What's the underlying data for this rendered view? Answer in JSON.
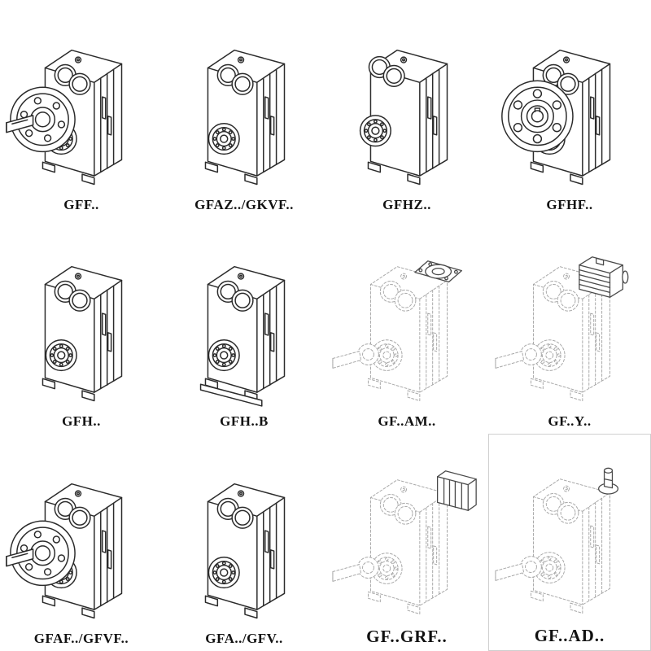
{
  "page": {
    "background": "#ffffff",
    "cell_border_color": "#cfcfcf"
  },
  "palette": {
    "line": "#2b2b2b",
    "ghost_line": "#a8a8a8",
    "attachment_line": "#4a4a4a",
    "label_color": "#111111"
  },
  "grid": {
    "columns": 4,
    "rows": 3,
    "cells": [
      {
        "label": "GFF..",
        "drawing": "parallel-shaft-gear-unit-output-flange-with-shaft"
      },
      {
        "label": "GFAZ../GKVF..",
        "drawing": "parallel-shaft-gear-unit-hollow-shaft"
      },
      {
        "label": "GFHZ..",
        "drawing": "parallel-shaft-gear-unit-hollow-shaft-shrink-disc"
      },
      {
        "label": "GFHF..",
        "drawing": "parallel-shaft-gear-unit-front-flange"
      },
      {
        "label": "GFH..",
        "drawing": "parallel-shaft-gear-unit-hollow-shaft"
      },
      {
        "label": "GFH..B",
        "drawing": "parallel-shaft-gear-unit-foot-mounted"
      },
      {
        "label": "GF..AM..",
        "drawing": "gear-unit-with-motor-adapter-flange"
      },
      {
        "label": "GF..Y..",
        "drawing": "gear-unit-with-mounted-motor"
      },
      {
        "label": "GFAF../GFVF..",
        "drawing": "parallel-shaft-gear-unit-output-flange-with-shaft"
      },
      {
        "label": "GFA../GFV..",
        "drawing": "parallel-shaft-gear-unit-hollow-shaft"
      },
      {
        "label": "GF..GRF..",
        "drawing": "gear-unit-with-backstop-block"
      },
      {
        "label": "GF..AD..",
        "drawing": "gear-unit-with-input-shaft-adapter"
      }
    ]
  }
}
